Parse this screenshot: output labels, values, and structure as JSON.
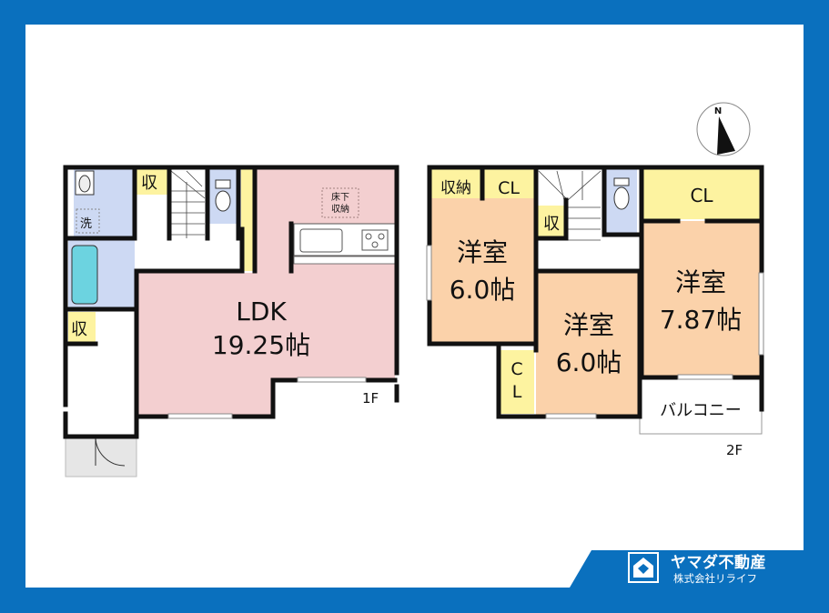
{
  "colors": {
    "border": "#0a70be",
    "wet_area": "#cdd9f3",
    "ldk": "#f3cfd0",
    "western_room": "#fbd2aa",
    "storage": "#fdf3a0",
    "wall": "#111111"
  },
  "floor1": {
    "label": "1F",
    "rooms": {
      "ldk": {
        "name": "LDK",
        "size": "19.25帖"
      },
      "washroom": {
        "name": "洗"
      },
      "storage_top": {
        "name": "収"
      },
      "storage_left": {
        "name": "収"
      },
      "underfloor_storage": {
        "line1": "床下",
        "line2": "収納"
      }
    }
  },
  "floor2": {
    "label": "2F",
    "rooms": {
      "room_a": {
        "name": "洋室",
        "size": "6.0帖"
      },
      "room_b": {
        "name": "洋室",
        "size": "6.0帖"
      },
      "room_c": {
        "name": "洋室",
        "size": "7.87帖"
      },
      "storage_nouno": {
        "name": "収納"
      },
      "closet_top": {
        "name": "CL"
      },
      "closet_right": {
        "name": "CL"
      },
      "closet_vertical": {
        "line1": "C",
        "line2": "L"
      },
      "storage_small": {
        "name": "収"
      },
      "balcony": {
        "name": "バルコニー"
      }
    }
  },
  "compass": {
    "label": "N"
  },
  "brand": {
    "name": "ヤマダ不動産",
    "company": "株式会社リライフ"
  }
}
